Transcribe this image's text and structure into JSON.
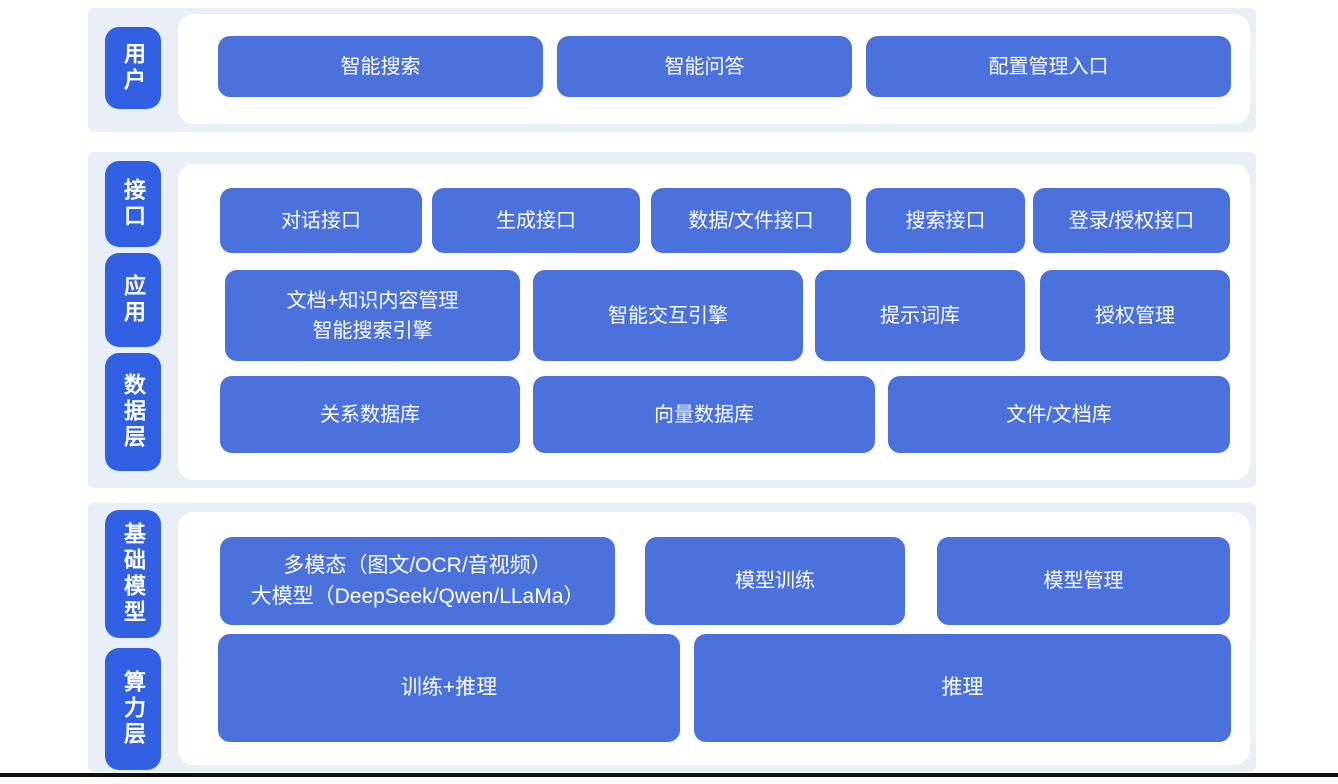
{
  "colors": {
    "page_bg": "#ffffff",
    "section_bg": "#eaeef6",
    "panel_bg": "#ffffff",
    "label_blue": "#3260e2",
    "button_blue": "#4a71dc",
    "text_white": "#ffffff",
    "bottom_bar": "#111111"
  },
  "sections": [
    {
      "name": "user-layer",
      "labels": [
        {
          "text": "用户"
        }
      ],
      "rows": [
        {
          "buttons": [
            {
              "text": "智能搜索"
            },
            {
              "text": "智能问答"
            },
            {
              "text": "配置管理入口"
            }
          ]
        }
      ]
    },
    {
      "name": "interface-app-data-layer",
      "labels": [
        {
          "text": "接口"
        },
        {
          "text": "应用"
        },
        {
          "text": "数据层"
        }
      ],
      "rows": [
        {
          "buttons": [
            {
              "text": "对话接口"
            },
            {
              "text": "生成接口"
            },
            {
              "text": "数据/文件接口"
            },
            {
              "text": "搜索接口"
            },
            {
              "text": "登录/授权接口"
            }
          ]
        },
        {
          "buttons": [
            {
              "text": "文档+知识内容管理\n智能搜索引擎"
            },
            {
              "text": "智能交互引擎"
            },
            {
              "text": "提示词库"
            },
            {
              "text": "授权管理"
            }
          ]
        },
        {
          "buttons": [
            {
              "text": "关系数据库"
            },
            {
              "text": "向量数据库"
            },
            {
              "text": "文件/文档库"
            }
          ]
        }
      ]
    },
    {
      "name": "foundation-compute-layer",
      "labels": [
        {
          "text": "基础模型"
        },
        {
          "text": "算力层"
        }
      ],
      "rows": [
        {
          "buttons": [
            {
              "text": "多模态（图文/OCR/音视频）\n大模型（DeepSeek/Qwen/LLaMa）"
            },
            {
              "text": "模型训练"
            },
            {
              "text": "模型管理"
            }
          ]
        },
        {
          "buttons": [
            {
              "text": "训练+推理"
            },
            {
              "text": "推理"
            }
          ]
        }
      ]
    }
  ]
}
